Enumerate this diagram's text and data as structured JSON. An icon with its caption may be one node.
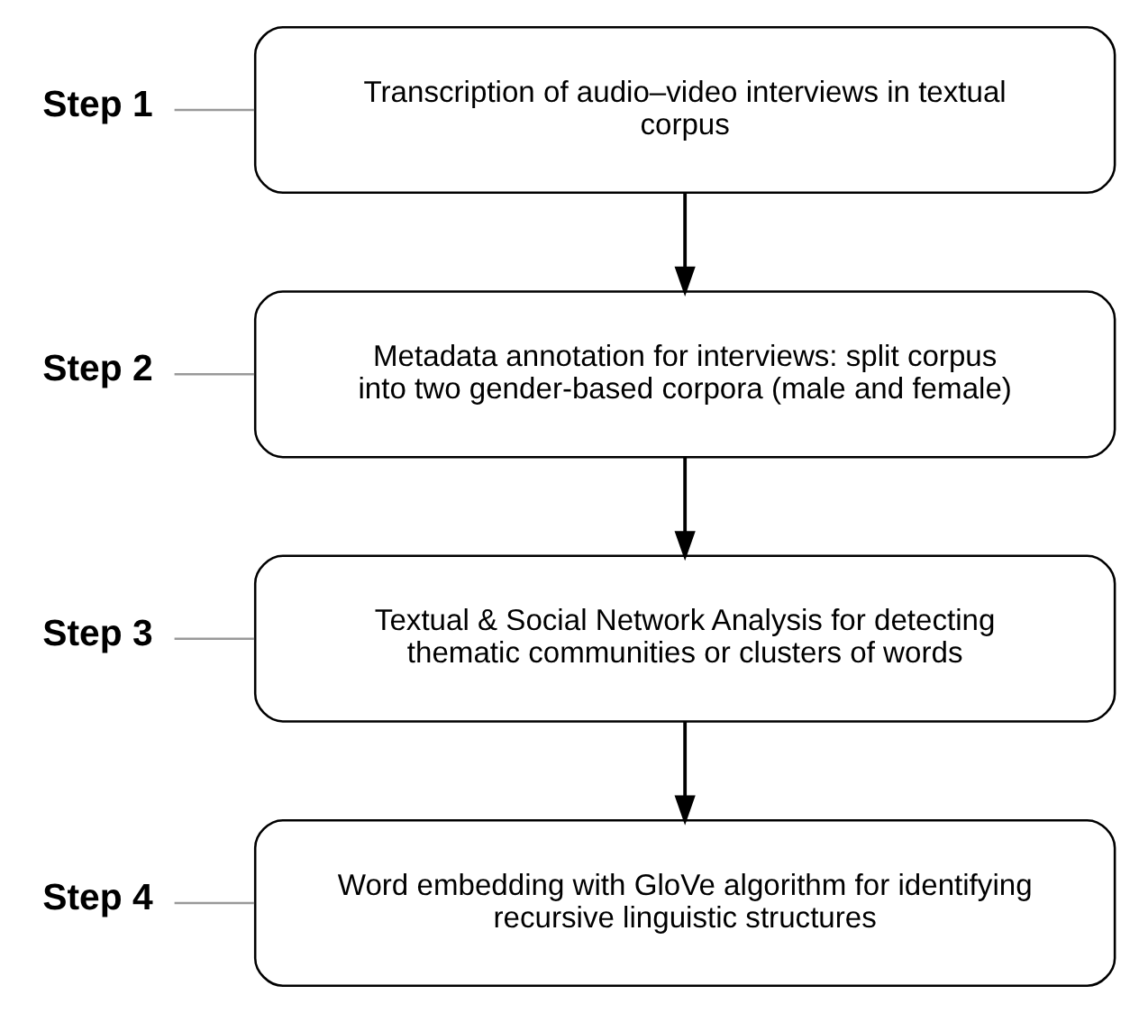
{
  "diagram": {
    "nodes": [
      {
        "text": [
          "Step 1"
        ]
      },
      {
        "text": [
          "Transcription of audio–video interviews in textual corpus"
        ]
      },
      {
        "text": [
          "Step 2"
        ]
      },
      {
        "text": [
          "Metadata annotation for interviews: split corpus into two gender-based corpora (male and female)"
        ]
      },
      {
        "text": [
          "Step 3"
        ]
      },
      {
        "text": [
          "Textual & Social Network Analysis for detecting thematic communities or clusters of words"
        ]
      },
      {
        "text": [
          "Step 4"
        ]
      },
      {
        "text": [
          "Word embedding with GloVe algorithm for identifying recursive linguistic structures"
        ]
      }
    ],
    "edges": [
      {
        "from": 0,
        "to": 1,
        "arrow": "none",
        "color": "#999999"
      },
      {
        "from": 2,
        "to": 3,
        "arrow": "none",
        "color": "#999999"
      },
      {
        "from": 4,
        "to": 5,
        "arrow": "none",
        "color": "#999999"
      },
      {
        "from": 6,
        "to": 7,
        "arrow": "none",
        "color": "#999999"
      },
      {
        "from": 1,
        "to": 3,
        "arrow": "to",
        "color": "#000000"
      },
      {
        "from": 3,
        "to": 5,
        "arrow": "to",
        "color": "#000000"
      },
      {
        "from": 5,
        "to": 7,
        "arrow": "to",
        "color": "#000000"
      }
    ]
  }
}
